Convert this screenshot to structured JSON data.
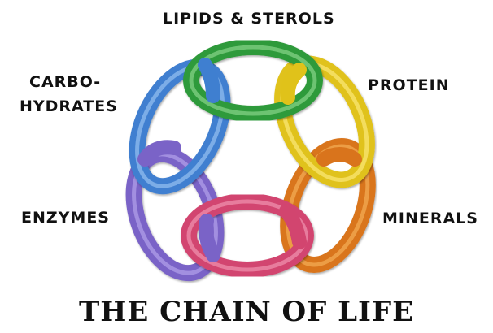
{
  "labels": {
    "top": "LIPIDS & STEROLS",
    "left_line1": "CARBO-",
    "left_line2": "HYDRATES",
    "right_upper": "PROTEIN",
    "left_lower": "ENZYMES",
    "right_lower": "MINERALS"
  },
  "title": "THE CHAIN OF LIFE",
  "colors": {
    "green": "#2e9a3a",
    "yellow": "#e0c21a",
    "orange": "#d9741c",
    "pink": "#d2456f",
    "purple": "#7a63c7",
    "blue": "#3f7fd0"
  }
}
